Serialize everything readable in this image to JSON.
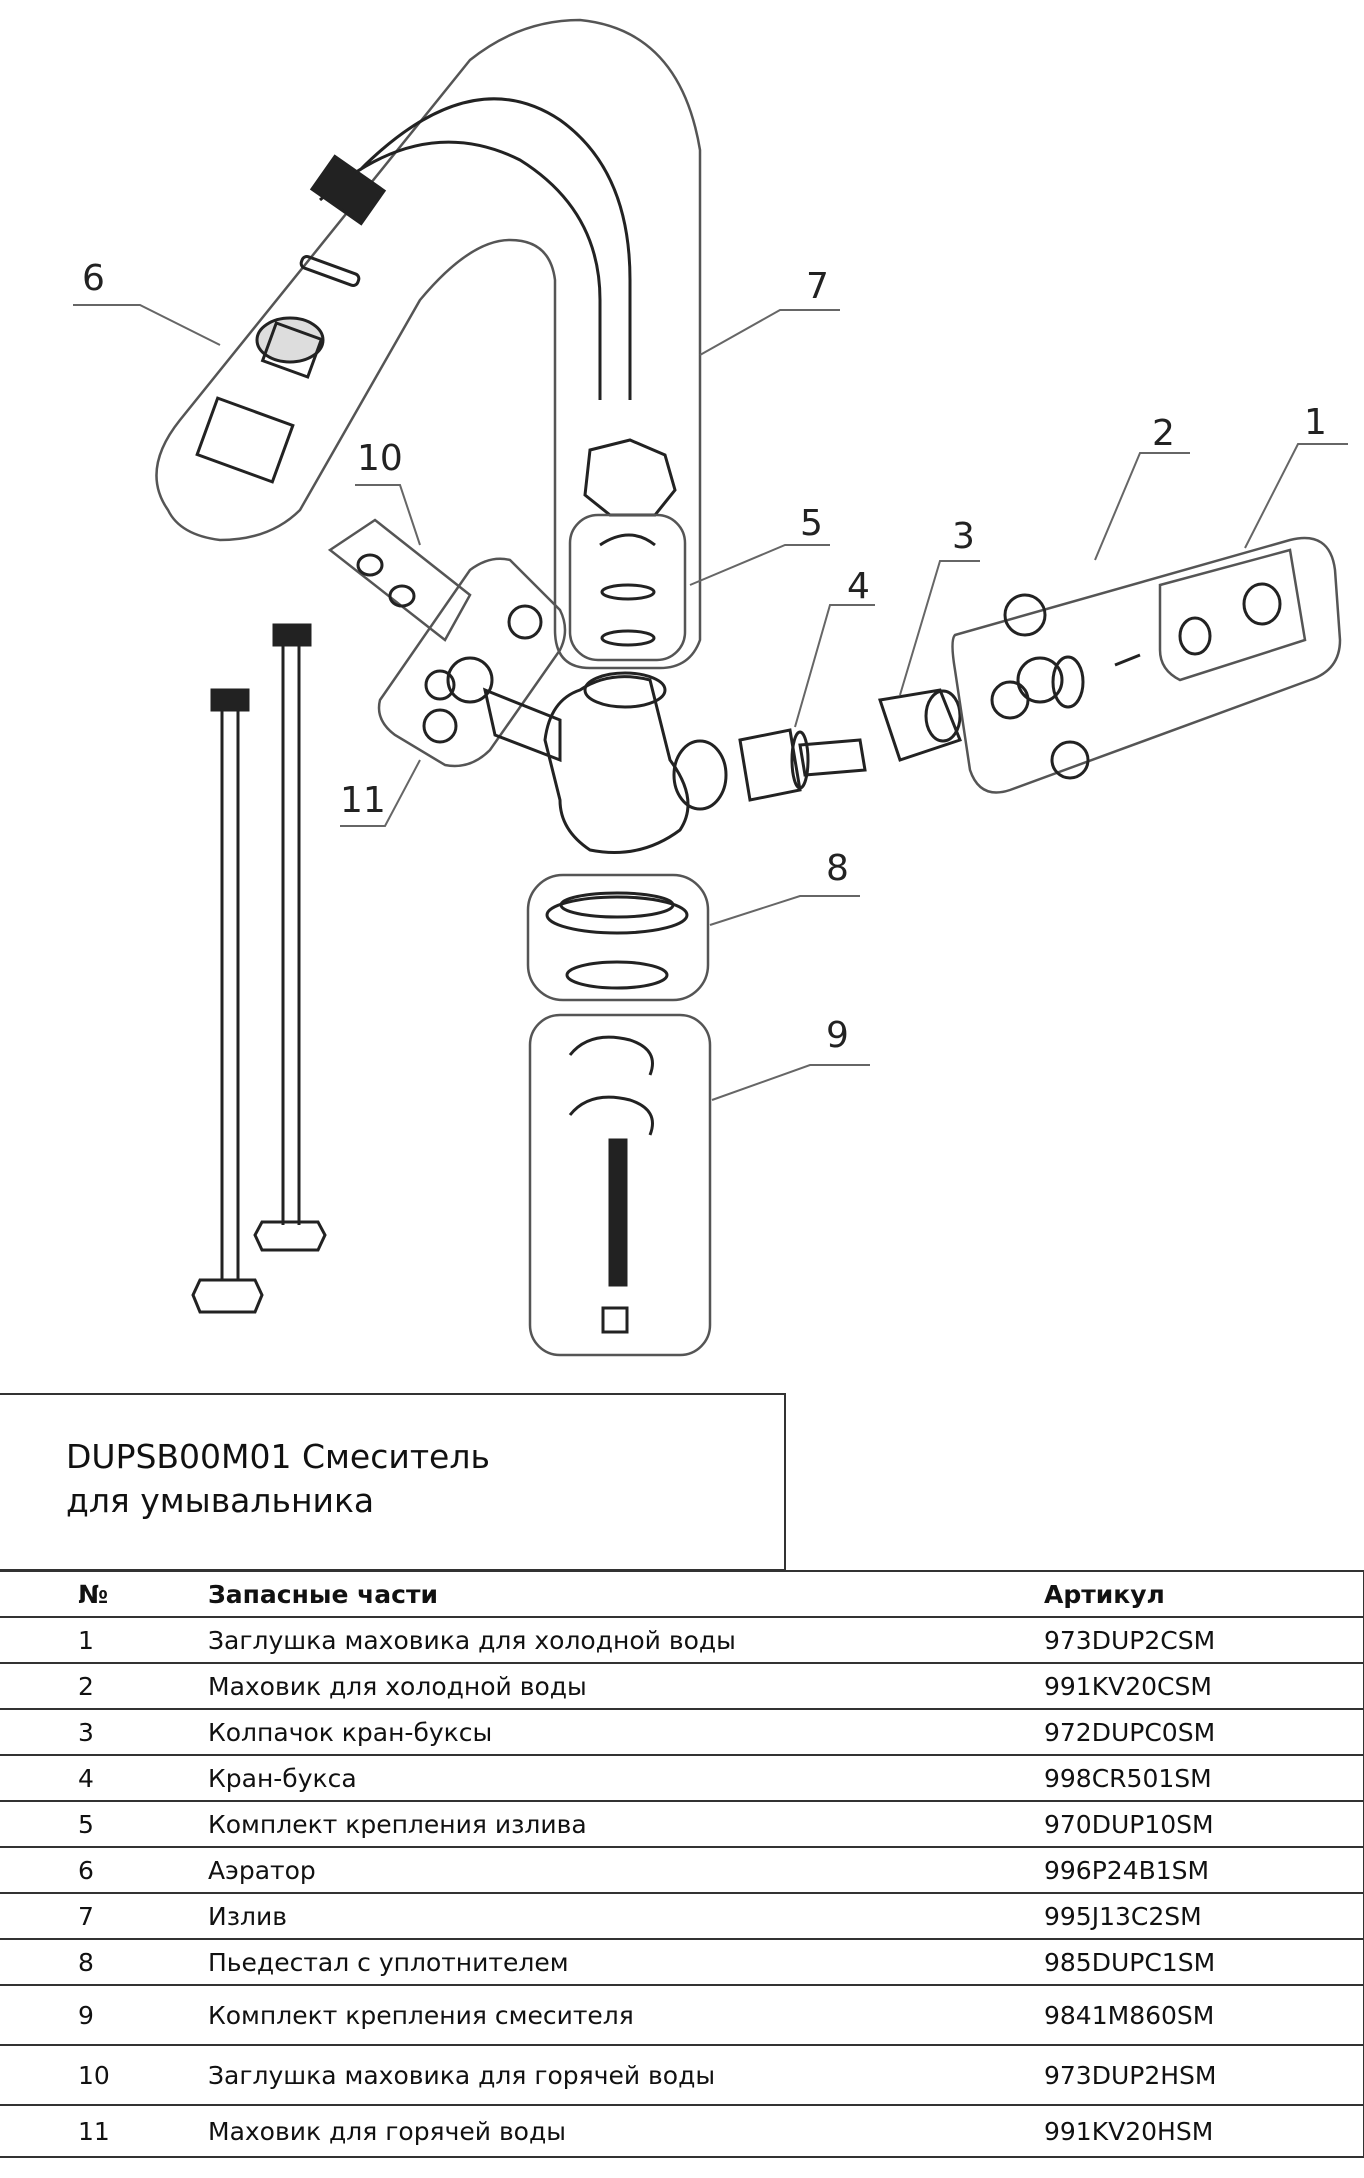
{
  "callouts": [
    "1",
    "2",
    "3",
    "4",
    "5",
    "6",
    "7",
    "8",
    "9",
    "10",
    "11"
  ],
  "title_block": {
    "line1": "DUPSB00M01 Смеситель",
    "line2": "для умывальника"
  },
  "table": {
    "headers": [
      "№",
      "Запасные части",
      "Артикул"
    ],
    "rows": [
      {
        "num": "1",
        "name": "Заглушка маховика для холодной воды",
        "article": "973DUP2CSM"
      },
      {
        "num": "2",
        "name": "Маховик для холодной воды",
        "article": "991KV20CSM"
      },
      {
        "num": "3",
        "name": "Колпачок кран-буксы",
        "article": "972DUPC0SM"
      },
      {
        "num": "4",
        "name": "Кран-букса",
        "article": "998CR501SM"
      },
      {
        "num": "5",
        "name": "Комплект крепления излива",
        "article": "970DUP10SM"
      },
      {
        "num": "6",
        "name": "Аэратор",
        "article": "996P24B1SM"
      },
      {
        "num": "7",
        "name": "Излив",
        "article": "995J13C2SM"
      },
      {
        "num": "8",
        "name": "Пьедестал с уплотнителем",
        "article": "985DUPC1SM"
      },
      {
        "num": "9",
        "name": "Комплект крепления смесителя",
        "article": "9841M860SM"
      },
      {
        "num": "10",
        "name": "Заглушка маховика для горячей воды",
        "article": "973DUP2HSM"
      },
      {
        "num": "11",
        "name": "Маховик для горячей воды",
        "article": "991KV20HSM"
      }
    ]
  }
}
